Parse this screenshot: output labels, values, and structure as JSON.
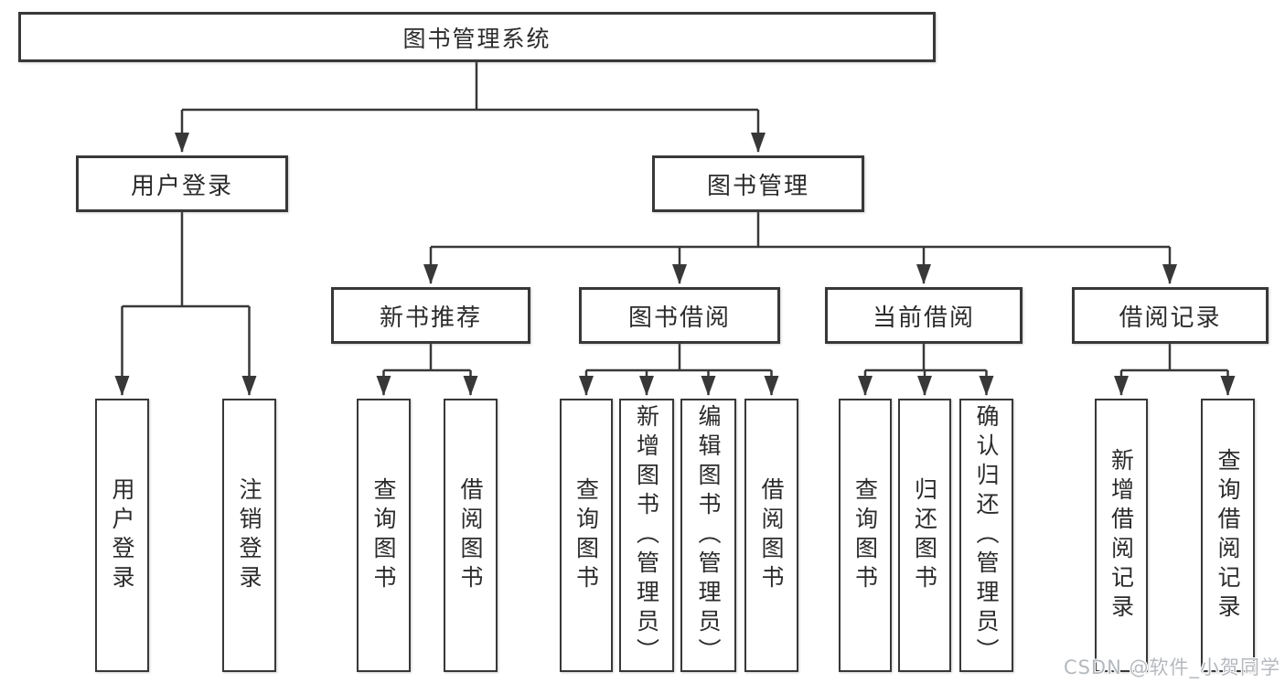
{
  "colors": {
    "line": "#383838",
    "box_border": "#383838",
    "text": "#2b2b2b",
    "background": "#ffffff",
    "watermark": "#b5b9be"
  },
  "diagram": {
    "root": "图书管理系统",
    "branches": [
      {
        "label": "用户登录",
        "children": [
          "用户登录",
          "注销登录"
        ]
      },
      {
        "label": "图书管理",
        "sections": [
          {
            "label": "新书推荐",
            "children": [
              "查询图书",
              "借阅图书"
            ]
          },
          {
            "label": "图书借阅",
            "children": [
              "查询图书",
              "新增图书（管理员）",
              "编辑图书（管理员）",
              "借阅图书"
            ]
          },
          {
            "label": "当前借阅",
            "children": [
              "查询图书",
              "归还图书",
              "确认归还（管理员）"
            ]
          },
          {
            "label": "借阅记录",
            "children": [
              "新增借阅记录",
              "查询借阅记录"
            ]
          }
        ]
      }
    ]
  },
  "watermark": {
    "text": "CSDN @软件_小贺同学"
  }
}
